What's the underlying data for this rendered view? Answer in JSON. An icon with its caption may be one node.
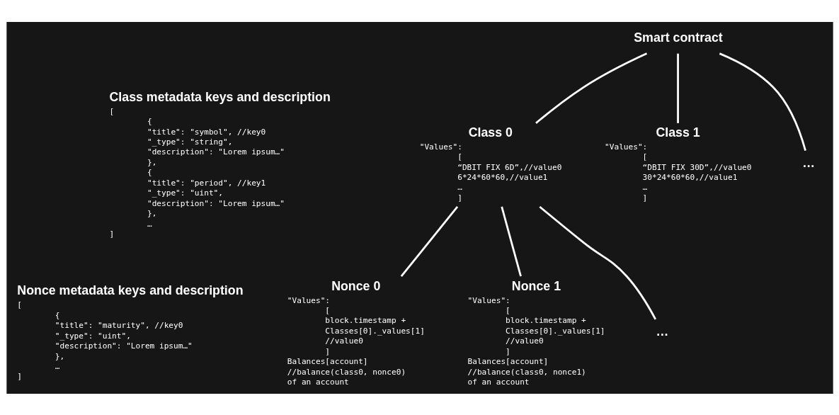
{
  "diagram": {
    "nodes": [
      {
        "text": [
          "Smart contract"
        ]
      },
      {
        "text": [
          "Class 0",
          "\"Values\":",
          "[",
          "“DBIT FIX 6D”,//value0",
          "6*24*60*60,//value1",
          "…",
          "]"
        ]
      },
      {
        "text": [
          "Class 1",
          "\"Values\":",
          "[",
          "“DBIT FIX 30D”,//value0",
          "30*24*60*60,//value1",
          "…",
          "]"
        ]
      },
      {
        "text": [
          "…"
        ]
      },
      {
        "text": [
          "Nonce 0",
          "\"Values\":",
          "[",
          "block.timestamp +",
          "Classes[0]._values[1]",
          "//value0",
          "]",
          "Balances[account]",
          "//balance(class0, nonce0)",
          "of an account"
        ]
      },
      {
        "text": [
          "Nonce 1",
          "\"Values\":",
          "[",
          "block.timestamp +",
          "Classes[0]._values[1]",
          "//value0",
          "]",
          "Balances[account]",
          "//balance(class0, nonce1)",
          "of an account"
        ]
      },
      {
        "text": [
          "…"
        ]
      }
    ],
    "edges": [
      {
        "from": 0,
        "to": 1,
        "arrow": "none"
      },
      {
        "from": 0,
        "to": 2,
        "arrow": "none"
      },
      {
        "from": 0,
        "to": 3,
        "arrow": "none"
      },
      {
        "from": 1,
        "to": 4,
        "arrow": "none"
      },
      {
        "from": 1,
        "to": 5,
        "arrow": "none"
      },
      {
        "from": 1,
        "to": 6,
        "arrow": "none"
      }
    ],
    "labels": [
      "Class metadata keys and description",
      "[",
      "{",
      "\"title\": \"symbol\", //key0",
      "\"_type\": \"string\",",
      "\"description\": \"Lorem ipsum…\"",
      "},",
      "{",
      "\"title\": \"period\", //key1",
      "\"_type\": \"uint\",",
      "\"description\": \"Lorem ipsum…\"",
      "},",
      "…",
      "]",
      "Nonce metadata keys and description",
      "[",
      "{",
      "\"title\": \"maturity\", //key0",
      "\"_type\": \"uint\",",
      "\"description\": \"Lorem ipsum…\"",
      "},",
      "…",
      "]"
    ]
  }
}
